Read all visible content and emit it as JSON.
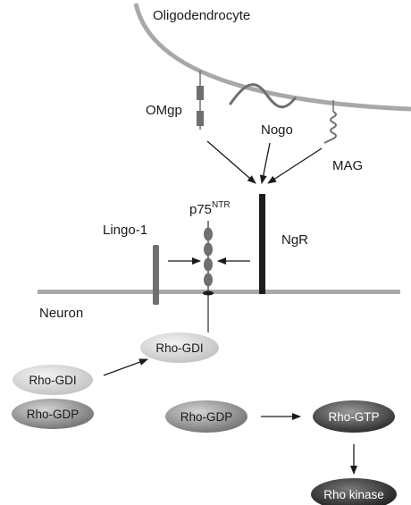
{
  "labels": {
    "oligodendrocyte": "Oligodendrocyte",
    "omgp": "OMgp",
    "nogo": "Nogo",
    "mag": "MAG",
    "p75": "p75",
    "p75_sup": "NTR",
    "lingo": "Lingo-1",
    "ngr": "NgR",
    "neuron": "Neuron"
  },
  "pills": {
    "rho_gdi_top": "Rho-GDI",
    "rho_gdi_left": "Rho-GDI",
    "rho_gdp_left": "Rho-GDP",
    "rho_gdp_mid": "Rho-GDP",
    "rho_gtp": "Rho-GTP",
    "rho_kinase": "Rho kinase"
  },
  "colors": {
    "membrane": "#a8a8a8",
    "receptor": "#1c1c1c",
    "protein": "#6f6f6f",
    "pill_light": "#d7d7d7",
    "pill_mid": "#8e8e8e",
    "pill_dark": "#3a3a3a"
  }
}
